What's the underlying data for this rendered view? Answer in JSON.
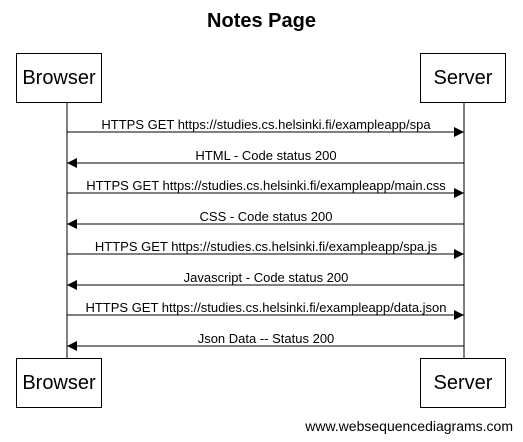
{
  "title": "Notes Page",
  "participants": {
    "left": "Browser",
    "right": "Server"
  },
  "messages": [
    {
      "label": "HTTPS GET https://studies.cs.helsinki.fi/exampleapp/spa",
      "direction": "right"
    },
    {
      "label": "HTML - Code status 200",
      "direction": "left"
    },
    {
      "label": "HTTPS GET https://studies.cs.helsinki.fi/exampleapp/main.css",
      "direction": "right"
    },
    {
      "label": "CSS - Code status 200",
      "direction": "left"
    },
    {
      "label": "HTTPS GET https://studies.cs.helsinki.fi/exampleapp/spa.js",
      "direction": "right"
    },
    {
      "label": "Javascript - Code status 200",
      "direction": "left"
    },
    {
      "label": "HTTPS GET https://studies.cs.helsinki.fi/exampleapp/data.json",
      "direction": "right"
    },
    {
      "label": "Json Data -- Status 200",
      "direction": "left"
    }
  ],
  "watermark": "www.websequencediagrams.com"
}
